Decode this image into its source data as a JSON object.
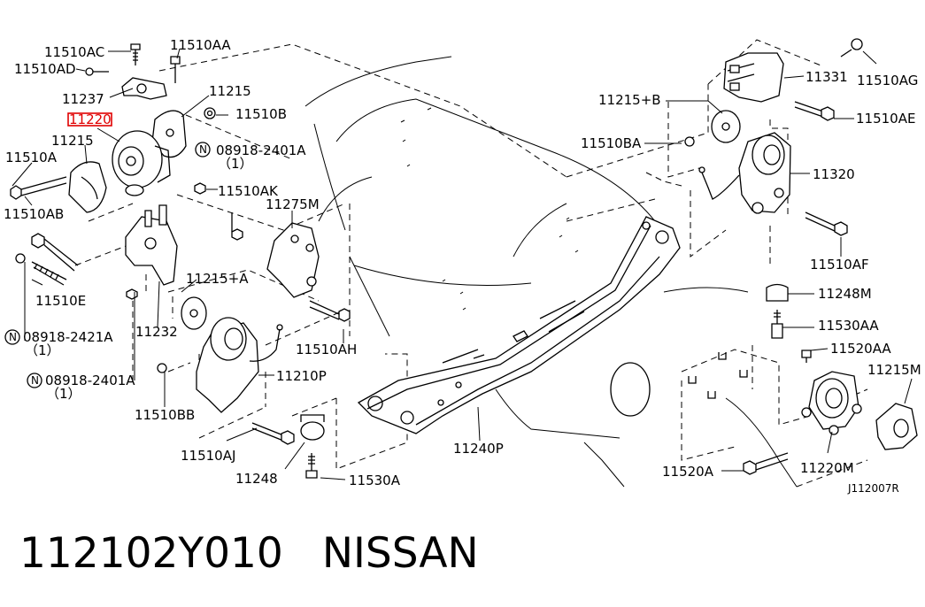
{
  "diagram": {
    "ref_code": "J112007R",
    "highlight_color": "#e00000",
    "labels": {
      "p11510AC": "11510AC",
      "p11510AA": "11510AA",
      "p11510AD": "11510AD",
      "p11237": "11237",
      "p11215_top": "11215",
      "p11510B": "11510B",
      "p11220": "11220",
      "p11215_left": "11215",
      "p08918_2401A_top": "08918-2401A",
      "p08918_2401A_top_qty": "（1）",
      "p11510A": "11510A",
      "p11510AK": "11510AK",
      "p11510AB": "11510AB",
      "p11275M": "11275M",
      "p11510E": "11510E",
      "p11215A": "11215+A",
      "p08918_2421A": "08918-2421A",
      "p08918_2421A_qty": "（1）",
      "p11232": "11232",
      "p11510AH": "11510AH",
      "p08918_2401A_bot": "08918-2401A",
      "p08918_2401A_bot_qty": "（1）",
      "p11210P": "11210P",
      "p11510BB": "11510BB",
      "p11510AJ": "11510AJ",
      "p11248": "11248",
      "p11530A": "11530A",
      "p11240P": "11240P",
      "p11331": "11331",
      "p11510AG": "11510AG",
      "p11215B": "11215+B",
      "p11510AE": "11510AE",
      "p11510BA": "11510BA",
      "p11320": "11320",
      "p11510AF": "11510AF",
      "p11248M": "11248M",
      "p11530AA": "11530AA",
      "p11520AA": "11520AA",
      "p11215M": "11215M",
      "p11520A": "11520A",
      "p11220M": "11220M",
      "n_marker": "N"
    }
  },
  "footer": {
    "part_number": "112102Y010",
    "brand": "NISSAN"
  }
}
